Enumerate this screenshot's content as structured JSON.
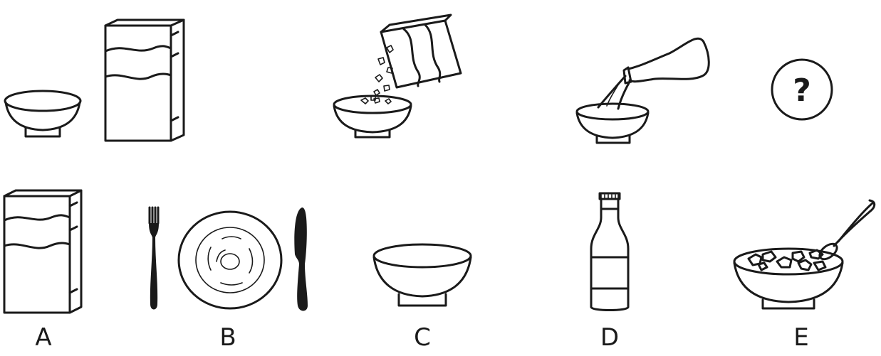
{
  "sequence": [
    {
      "step": 1,
      "icon": "bowl-and-cereal-box-icon"
    },
    {
      "step": 2,
      "icon": "pouring-cereal-icon"
    },
    {
      "step": 3,
      "icon": "pouring-milk-icon"
    },
    {
      "step": 4,
      "icon": "question-mark-icon",
      "text": "?"
    }
  ],
  "options": [
    {
      "label": "A",
      "icon": "cereal-box-icon"
    },
    {
      "label": "B",
      "icon": "plate-and-cutlery-icon"
    },
    {
      "label": "C",
      "icon": "empty-bowl-icon"
    },
    {
      "label": "D",
      "icon": "bottle-icon"
    },
    {
      "label": "E",
      "icon": "cereal-bowl-with-spoon-icon"
    }
  ]
}
